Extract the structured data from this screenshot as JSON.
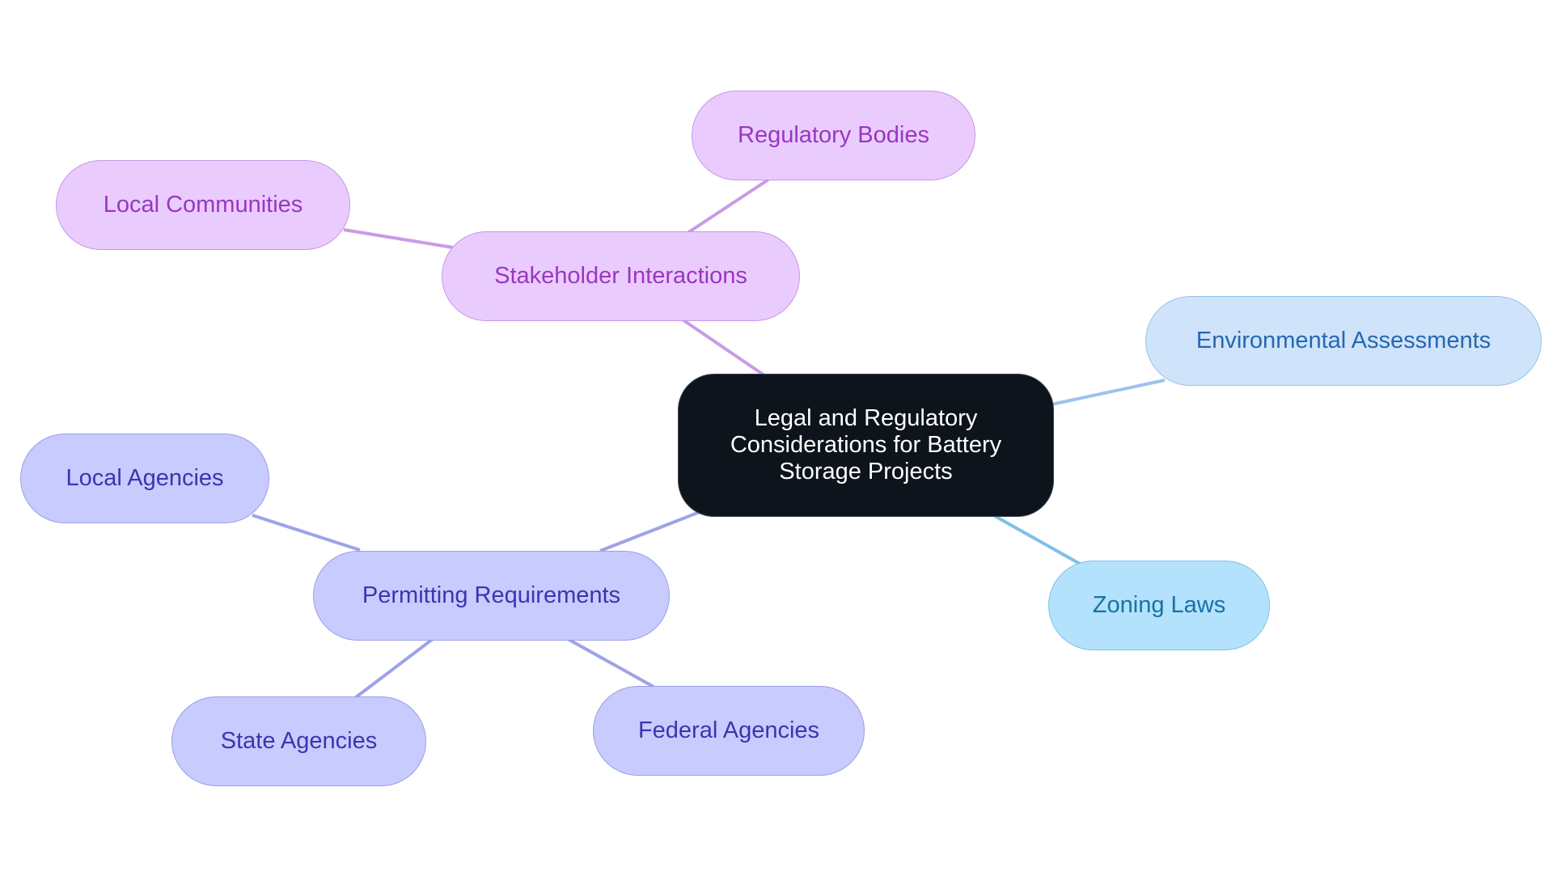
{
  "root": {
    "label_lines": [
      "Legal and Regulatory",
      "Considerations for Battery",
      "Storage Projects"
    ]
  },
  "branches": {
    "stakeholder": {
      "label": "Stakeholder Interactions",
      "children": {
        "regulatory_bodies": "Regulatory Bodies",
        "local_communities": "Local Communities"
      }
    },
    "environmental": {
      "label": "Environmental Assessments"
    },
    "zoning": {
      "label": "Zoning Laws"
    },
    "permitting": {
      "label": "Permitting Requirements",
      "children": {
        "local_agencies": "Local Agencies",
        "state_agencies": "State Agencies",
        "federal_agencies": "Federal Agencies"
      }
    }
  },
  "colors": {
    "root_fill": "#0d141b",
    "stakeholder_fill": "#e9ccfd",
    "stakeholder_edge": "#c99be6",
    "permitting_fill": "#c8cbfd",
    "permitting_edge": "#9ea3e6",
    "environmental_fill": "#cfe3fb",
    "environmental_edge": "#9cc3ea",
    "zoning_fill": "#b4e1fc",
    "zoning_edge": "#7fc0e8"
  }
}
